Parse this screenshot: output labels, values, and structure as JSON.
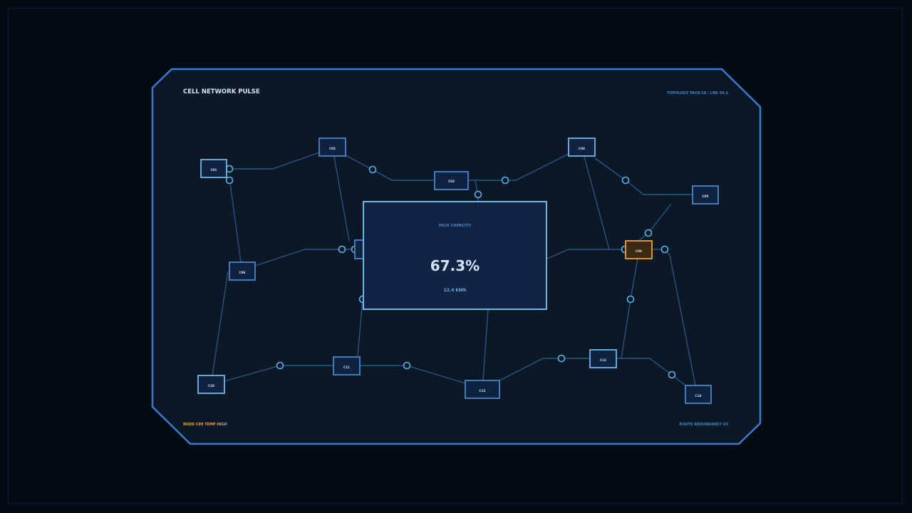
{
  "panel": {
    "title": "CELL NETWORK PULSE",
    "topology_label": "TOPOLOGY PACK-18 / LNK 99.1",
    "alert_text": "NODE C09 TEMP HIGH",
    "redundancy_text": "ROUTE REDUNDANCY 03"
  },
  "capacity": {
    "label": "PACK CAPACITY",
    "value": "67.3%",
    "energy": "22.4 kWh"
  },
  "colors": {
    "background": "#030b14",
    "panel_fill": "#0b1826",
    "panel_border": "#3a7bd0",
    "node_fill": "#0f2240",
    "node_border": "#4b84c8",
    "node_border_light": "#6fb6e8",
    "link": "#2b5488",
    "junction": "#5ab4e6",
    "alert": "#f0a030",
    "alert_fill": "#3a2a14",
    "title_text": "#cfe4f8",
    "label_text": "#4a84c4"
  },
  "nodes": [
    {
      "id": "C01",
      "label": "C01",
      "state": "normal"
    },
    {
      "id": "C02",
      "label": "C02",
      "state": "normal"
    },
    {
      "id": "C03",
      "label": "C03",
      "state": "normal"
    },
    {
      "id": "C04",
      "label": "C04",
      "state": "normal"
    },
    {
      "id": "C05",
      "label": "C05",
      "state": "normal"
    },
    {
      "id": "C06",
      "label": "C06",
      "state": "normal"
    },
    {
      "id": "C07",
      "label": "",
      "state": "normal"
    },
    {
      "id": "C09",
      "label": "C09",
      "state": "alert"
    },
    {
      "id": "C10",
      "label": "C10",
      "state": "normal"
    },
    {
      "id": "C11",
      "label": "C11",
      "state": "normal"
    },
    {
      "id": "C12",
      "label": "C12",
      "state": "normal"
    },
    {
      "id": "C13",
      "label": "C13",
      "state": "normal"
    },
    {
      "id": "C14",
      "label": "C14",
      "state": "normal"
    }
  ],
  "links": [
    [
      "C01",
      "C02"
    ],
    [
      "C02",
      "C03"
    ],
    [
      "C03",
      "C04"
    ],
    [
      "C04",
      "C05"
    ],
    [
      "C01",
      "C06"
    ],
    [
      "C06",
      "C10"
    ],
    [
      "C06",
      "C07"
    ],
    [
      "C02",
      "C07"
    ],
    [
      "C04",
      "C09"
    ],
    [
      "C05",
      "C09"
    ],
    [
      "C09",
      "C13"
    ],
    [
      "C09",
      "C14"
    ],
    [
      "C13",
      "C14"
    ],
    [
      "C10",
      "C11"
    ],
    [
      "C11",
      "C12"
    ],
    [
      "C12",
      "C13"
    ],
    [
      "C07",
      "C11"
    ],
    [
      "C03",
      "CAP"
    ],
    [
      "CAP",
      "C12"
    ],
    [
      "CAP",
      "C09"
    ]
  ]
}
